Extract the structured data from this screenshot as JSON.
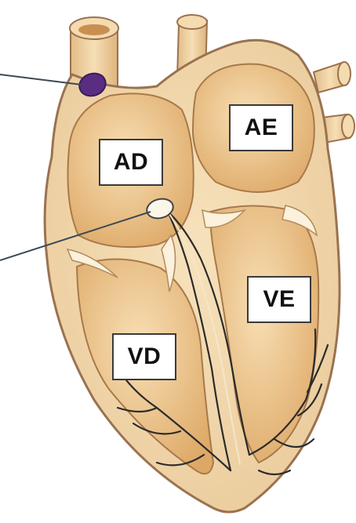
{
  "diagram": {
    "labels": {
      "right_atrium": "AD",
      "left_atrium": "AE",
      "right_ventricle": "VD",
      "left_ventricle": "VE"
    },
    "colors": {
      "wall": "#f2d8aa",
      "wall_outline": "#9a7250",
      "chamber": "#e8b774",
      "chamber_light": "#f6dcad",
      "vessel": "#efd4a3",
      "node": "#5a2d82",
      "conduction": "#2b2b2b",
      "pointer": "#3d4a55"
    },
    "icons": [
      "sinoatrial-node-icon",
      "atrioventricular-node-icon"
    ]
  }
}
